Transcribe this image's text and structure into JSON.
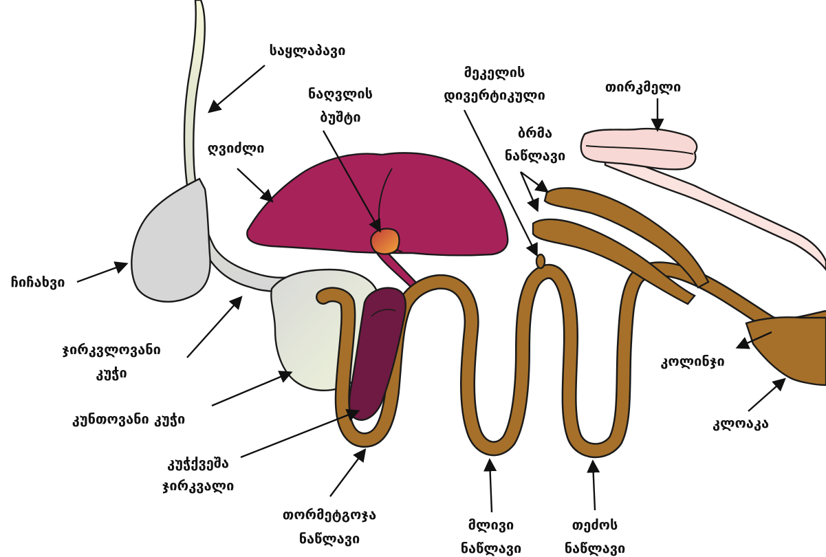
{
  "labels": {
    "esophagus": "საყლაპავი",
    "gallbladder": [
      "ნაღვლის",
      "ბუშტი"
    ],
    "liver": "ღვიძლი",
    "crop": "ჩიჩახვი",
    "proventriculus": [
      "ჯირკვლოვანი",
      "კუჭი"
    ],
    "gizzard": "კუნთოვანი კუჭი",
    "pancreas": [
      "კუჭქვეშა",
      "ჯირკვალი"
    ],
    "duodenum": [
      "თორმეტგოჯა",
      "ნაწლავი"
    ],
    "jejunum": [
      "მლივი",
      "ნაწლავი"
    ],
    "ileum": [
      "თეძოს",
      "ნაწლავი"
    ],
    "meckel": [
      "მეკელის",
      "დივერტიკული"
    ],
    "kidney": "თირკმელი",
    "caeca": [
      "ბრმა",
      "ნაწლავი"
    ],
    "colon": "კოლინჯი",
    "cloaca": "კლოაკა"
  },
  "colors": {
    "esophagus_top": "#f2f6d4",
    "crop_gray": "#d9d9d9",
    "liver": "#a8225a",
    "gallbladder": "#e8902c",
    "pancreas": "#6e1a42",
    "intestine": "#a6702a",
    "kidney": "#f9dcd8"
  }
}
